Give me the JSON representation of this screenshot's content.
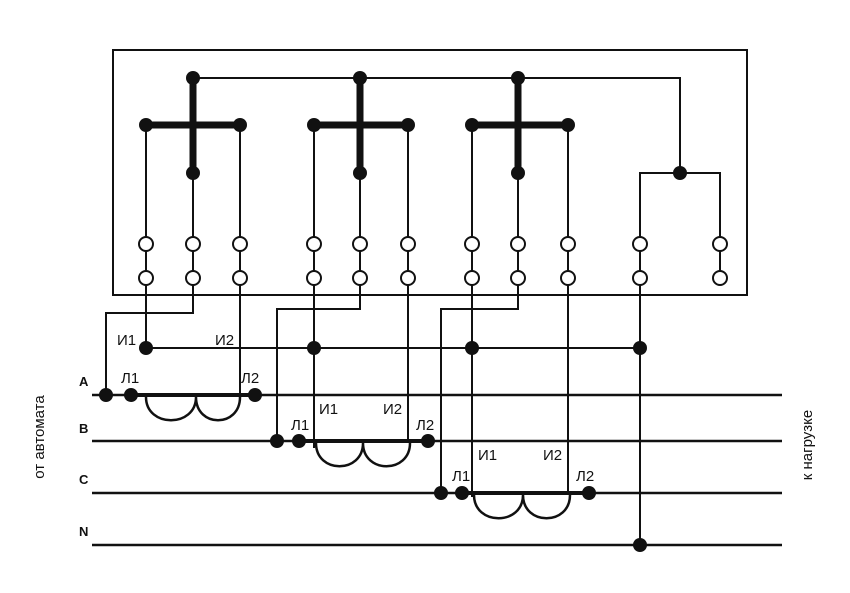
{
  "phases": {
    "a": "A",
    "b": "B",
    "c": "C",
    "n": "N"
  },
  "transformer_labels": {
    "l1": "Л1",
    "l2": "Л2",
    "i1": "И1",
    "i2": "И2"
  },
  "side_labels": {
    "from": "от автомата",
    "to": "к нагрузке"
  }
}
